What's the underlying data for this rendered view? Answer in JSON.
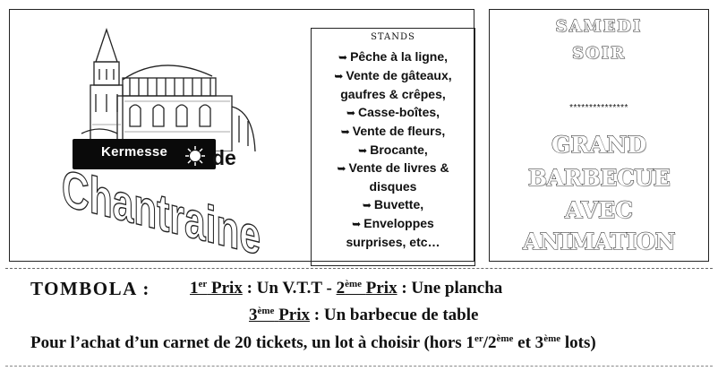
{
  "poster": {
    "kermesse_label": "Kermesse",
    "de_label": "de",
    "town_name": "Chantraine"
  },
  "stands": {
    "title": "STANDS",
    "arrow_glyph": "➥",
    "items": [
      "Pêche à la ligne,",
      "Vente de gâteaux,",
      "gaufres & crêpes,",
      "Casse-boîtes,",
      "Vente de fleurs,",
      "Brocante,",
      "Vente de livres &",
      "disques",
      "Buvette,",
      "Enveloppes",
      "surprises, etc…"
    ]
  },
  "evening": {
    "day": "SAMEDI",
    "time": "SOIR",
    "separator": "***************",
    "line1": "GRAND",
    "line2": "BARBECUE",
    "line3": "AVEC",
    "line4": "ANIMATION"
  },
  "tombola": {
    "label": "TOMBOLA :",
    "prize1_rank": "1",
    "prize1_sup": "er",
    "prize1_word": "Prix",
    "prize1_value": ":  Un V.T.T   -",
    "prize2_rank": "2",
    "prize2_sup": "ème",
    "prize2_word": "Prix",
    "prize2_value": ":  Une plancha",
    "prize3_rank": "3",
    "prize3_sup": "ème",
    "prize3_word": "Prix",
    "prize3_value": ":  Un barbecue de table",
    "condition_start": "Pour l’achat d’un carnet de 20 tickets, un lot à choisir (hors 1",
    "condition_sup1": "er",
    "condition_mid": "/2",
    "condition_sup2": "ème",
    "condition_and": " et 3",
    "condition_sup3": "ème",
    "condition_end": " lots)"
  }
}
